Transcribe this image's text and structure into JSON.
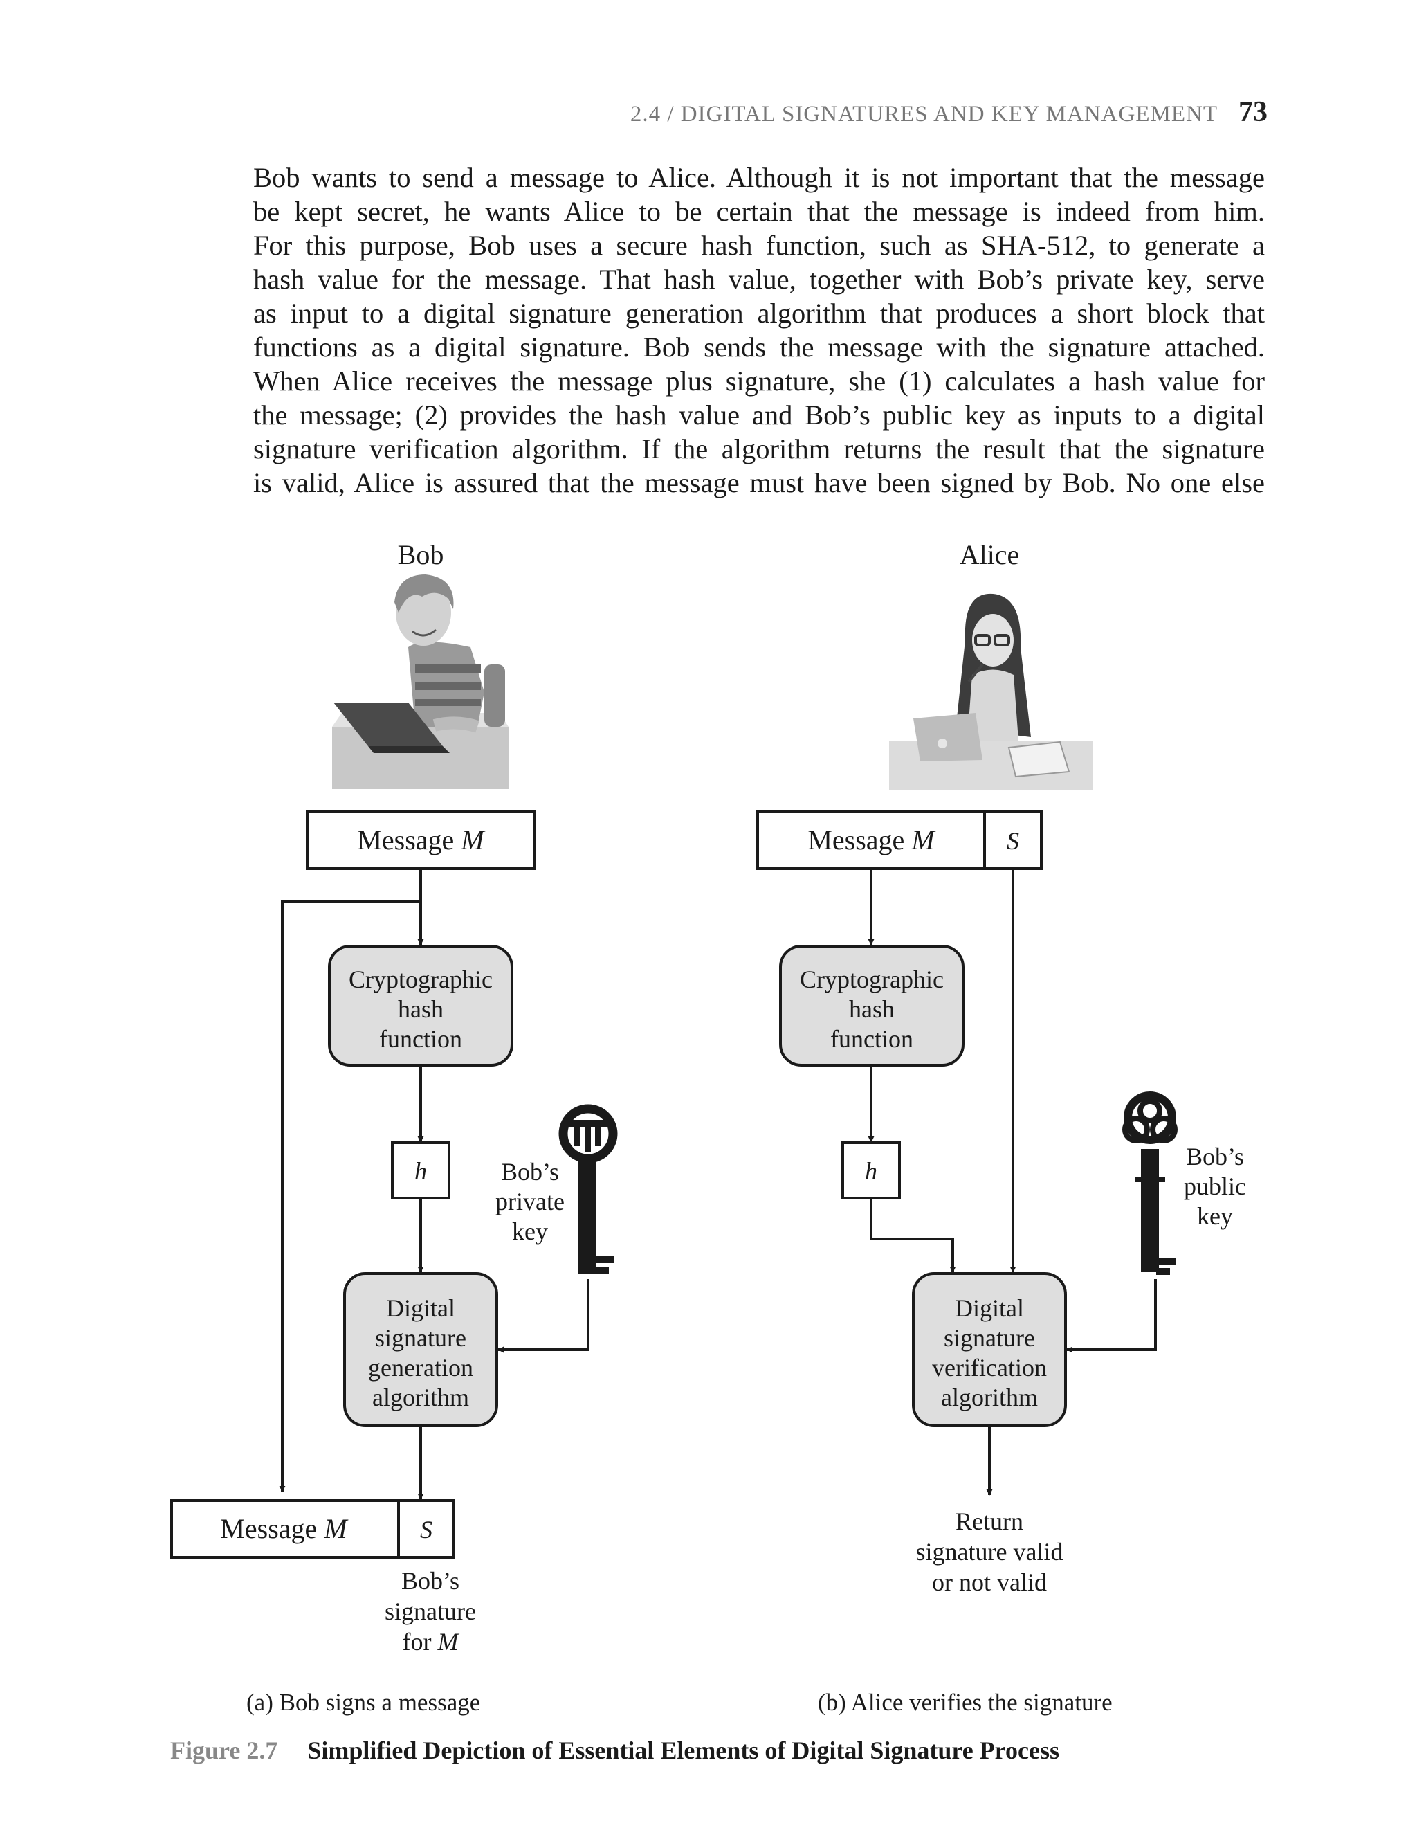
{
  "header": {
    "section": "2.4 / DIGITAL SIGNATURES AND KEY MANAGEMENT",
    "page_number": "73"
  },
  "body_lines": [
    "Bob wants to send a message to Alice. Although it is not important that the message",
    "be kept secret, he wants Alice to be certain that the message is indeed from him.",
    "For this purpose, Bob uses a secure hash function, such as SHA-512, to generate a",
    "hash value for the message. That hash value, together with Bob’s private key, serve",
    "as input to a digital signature generation algorithm that produces a short block that",
    "functions as a digital signature. Bob sends the message with the signature attached.",
    "When Alice receives the message plus signature, she (1) calculates a hash value for",
    "the message; (2) provides the hash value and Bob’s public key as inputs to a digital",
    "signature verification algorithm. If the algorithm returns the result that the signature",
    "is valid, Alice is assured that the message must have been signed by Bob. No one else"
  ],
  "figure": {
    "bob_label": "Bob",
    "alice_label": "Alice",
    "message_word": "Message ",
    "message_var": "M",
    "sig_var": "S",
    "h_var": "h",
    "bob_hash_lines": [
      "Cryptographic",
      "hash",
      "function"
    ],
    "alice_hash_lines": [
      "Cryptographic",
      "hash",
      "function"
    ],
    "gen_lines": [
      "Digital",
      "signature",
      "generation",
      "algorithm"
    ],
    "ver_lines": [
      "Digital",
      "signature",
      "verification",
      "algorithm"
    ],
    "private_key_lines": [
      "Bob’s",
      "private",
      "key"
    ],
    "public_key_lines": [
      "Bob’s",
      "public",
      "key"
    ],
    "bob_sig_lines": [
      "Bob’s",
      "signature"
    ],
    "bob_sig_for": "for ",
    "return_lines": [
      "Return",
      "signature valid",
      "or not valid"
    ],
    "subcaption_a": "(a) Bob signs a message",
    "subcaption_b": "(b) Alice verifies the signature",
    "caption_number": "Figure 2.7",
    "caption_title": "Simplified Depiction of Essential Elements of Digital Signature Process"
  },
  "colors": {
    "box_fill": "#dedede",
    "stroke": "#1a1a1a",
    "caption_number": "#888888"
  }
}
